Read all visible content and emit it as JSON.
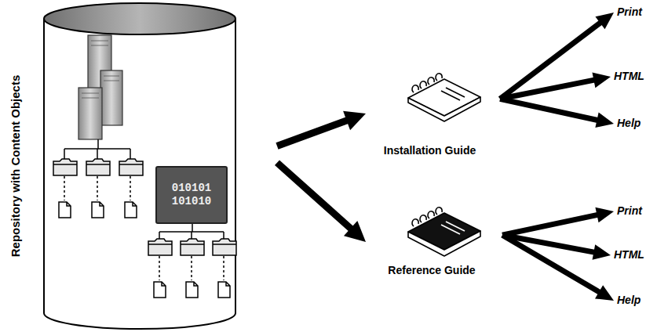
{
  "diagram": {
    "nodes": [
      {
        "text": [
          "Repository with Content Objects"
        ]
      },
      {
        "text": [
          "010101 101010"
        ],
        "in": 0
      },
      {
        "text": [
          "Installation Guide"
        ]
      },
      {
        "text": [
          "Reference Guide"
        ]
      },
      {
        "text": [
          "Print"
        ]
      },
      {
        "text": [
          "HTML"
        ]
      },
      {
        "text": [
          "Help"
        ]
      },
      {
        "text": [
          "Print"
        ]
      },
      {
        "text": [
          "HTML"
        ]
      },
      {
        "text": [
          "Help"
        ]
      }
    ],
    "edges": [
      {
        "from": 0,
        "to": 2,
        "arrow": "to"
      },
      {
        "from": 0,
        "to": 3,
        "arrow": "to"
      },
      {
        "from": 2,
        "to": 4,
        "arrow": "to"
      },
      {
        "from": 2,
        "to": 5,
        "arrow": "to"
      },
      {
        "from": 2,
        "to": 6,
        "arrow": "to"
      },
      {
        "from": 3,
        "to": 7,
        "arrow": "to"
      },
      {
        "from": 3,
        "to": 8,
        "arrow": "to"
      },
      {
        "from": 3,
        "to": 9,
        "arrow": "to"
      }
    ]
  }
}
